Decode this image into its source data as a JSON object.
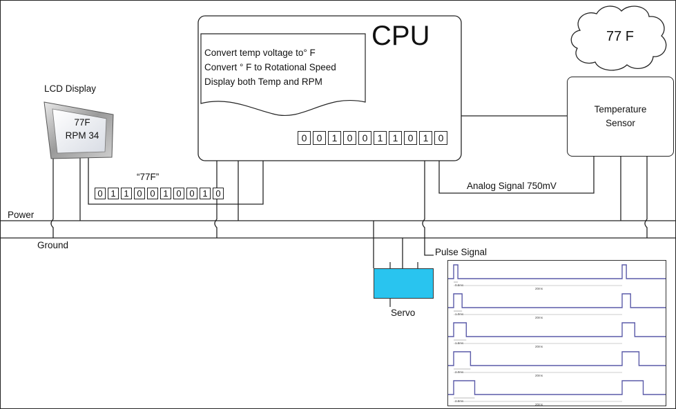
{
  "cpu": {
    "title": "CPU",
    "steps": [
      "Convert temp voltage to° F",
      "Convert ° F to Rotational Speed",
      "Display both Temp and RPM"
    ],
    "output_bits": [
      "0",
      "0",
      "1",
      "0",
      "0",
      "1",
      "1",
      "0",
      "1",
      "0"
    ]
  },
  "cloud": {
    "text": "77 F"
  },
  "temp_sensor": {
    "label": "Temperature\nSensor"
  },
  "lcd": {
    "label": "LCD Display",
    "line1": "77F",
    "line2": "RPM 34",
    "string_label": "“77F”",
    "bits": [
      "0",
      "1",
      "1",
      "0",
      "0",
      "1",
      "0",
      "0",
      "1",
      "0"
    ]
  },
  "rails": {
    "power": "Power",
    "ground": "Ground"
  },
  "signals": {
    "analog": "Analog Signal 750mV",
    "pulse": "Pulse Signal"
  },
  "servo": {
    "label": "Servo"
  },
  "pulse_chart": {
    "period_label": "20ms",
    "widths": [
      "0.5ms",
      "1.0ms",
      "1.5ms",
      "2.0ms",
      "2.5ms"
    ]
  },
  "colors": {
    "servo_fill": "#29c4ef",
    "line": "#222222"
  }
}
